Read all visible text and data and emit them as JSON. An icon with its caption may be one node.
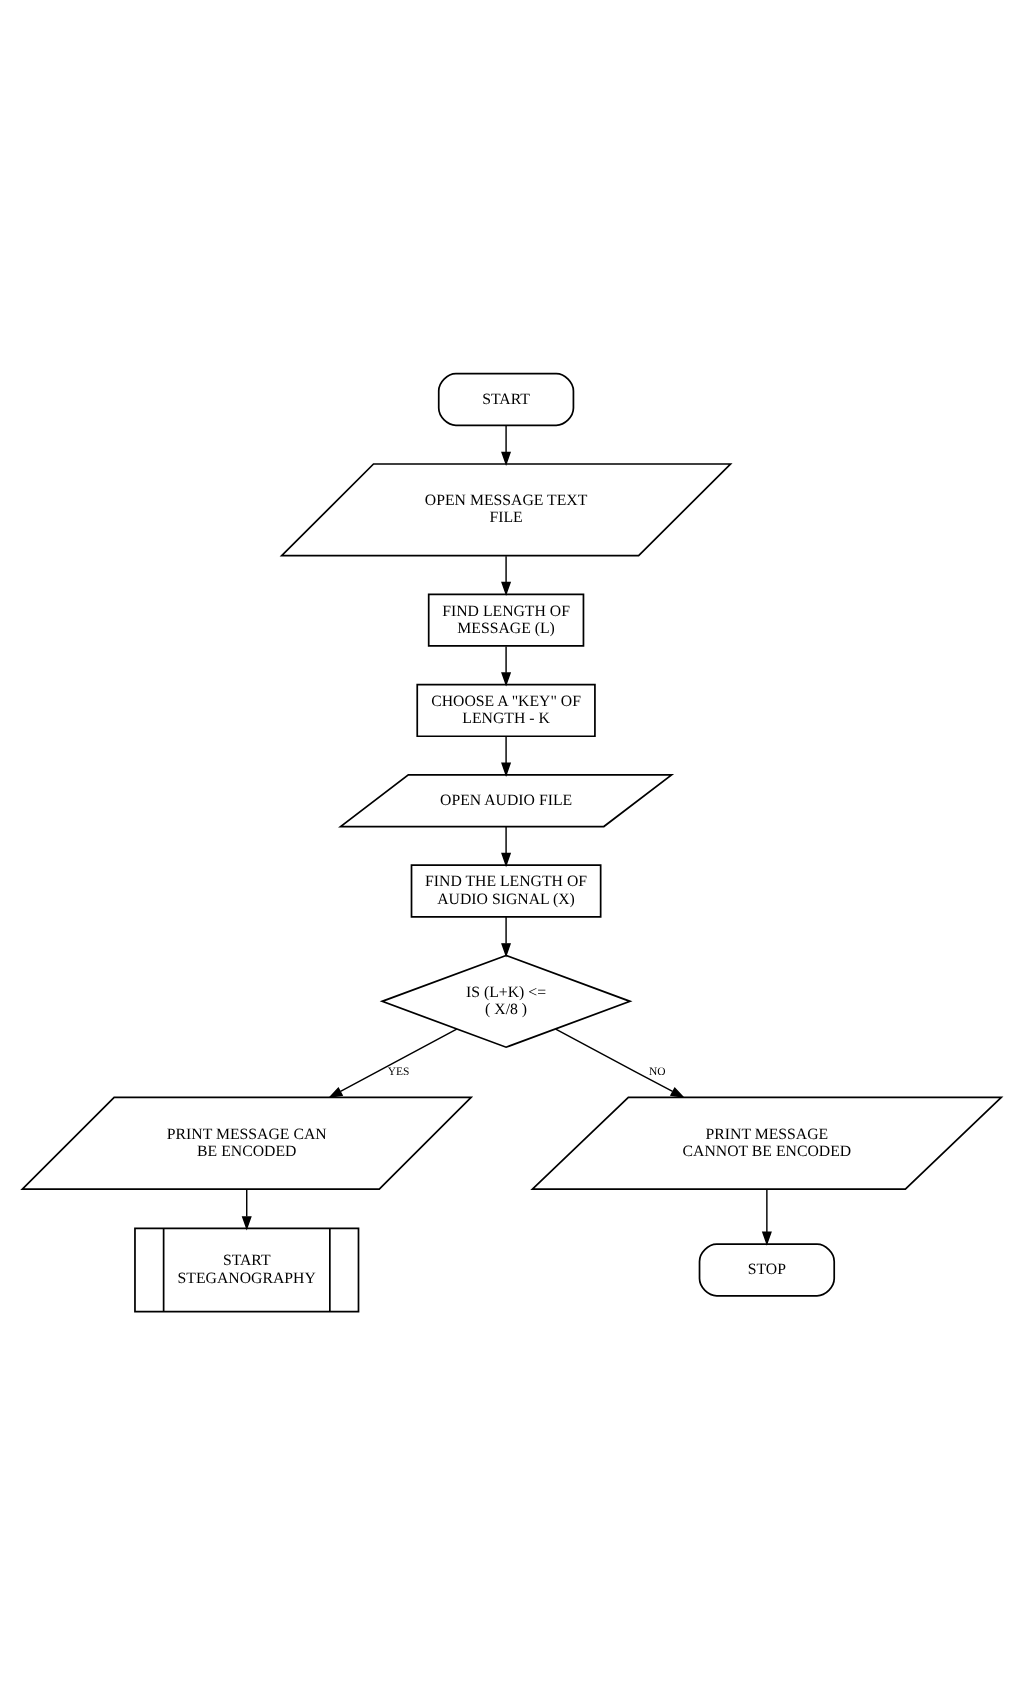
{
  "diagram": {
    "nodes": [
      {
        "text": [
          "START"
        ]
      },
      {
        "text": [
          "OPEN MESSAGE TEXT FILE"
        ]
      },
      {
        "text": [
          "FIND LENGTH OF MESSAGE (L)"
        ]
      },
      {
        "text": [
          "CHOOSE A \"KEY\" OF LENGTH - K"
        ]
      },
      {
        "text": [
          "OPEN AUDIO FILE"
        ]
      },
      {
        "text": [
          "FIND THE LENGTH OF AUDIO SIGNAL (X)"
        ]
      },
      {
        "text": [
          "IS (L+K) <= ( X/8 )"
        ]
      },
      {
        "text": [
          "PRINT MESSAGE CAN BE ENCODED"
        ]
      },
      {
        "text": [
          "START STEGANOGRAPHY"
        ]
      },
      {
        "text": [
          "PRINT MESSAGE CANNOT BE ENCODED"
        ]
      },
      {
        "text": [
          "STOP"
        ]
      }
    ],
    "edges": [
      {
        "from": 0,
        "to": 1,
        "arrow": "to"
      },
      {
        "from": 1,
        "to": 2,
        "arrow": "to"
      },
      {
        "from": 2,
        "to": 3,
        "arrow": "to"
      },
      {
        "from": 3,
        "to": 4,
        "arrow": "to"
      },
      {
        "from": 4,
        "to": 5,
        "arrow": "to"
      },
      {
        "from": 5,
        "to": 6,
        "arrow": "to"
      },
      {
        "from": 6,
        "to": 7,
        "arrow": "to",
        "label": "YES"
      },
      {
        "from": 7,
        "to": 8,
        "arrow": "to"
      },
      {
        "from": 6,
        "to": 9,
        "arrow": "to",
        "label": "NO"
      },
      {
        "from": 9,
        "to": 10,
        "arrow": "to"
      }
    ]
  }
}
